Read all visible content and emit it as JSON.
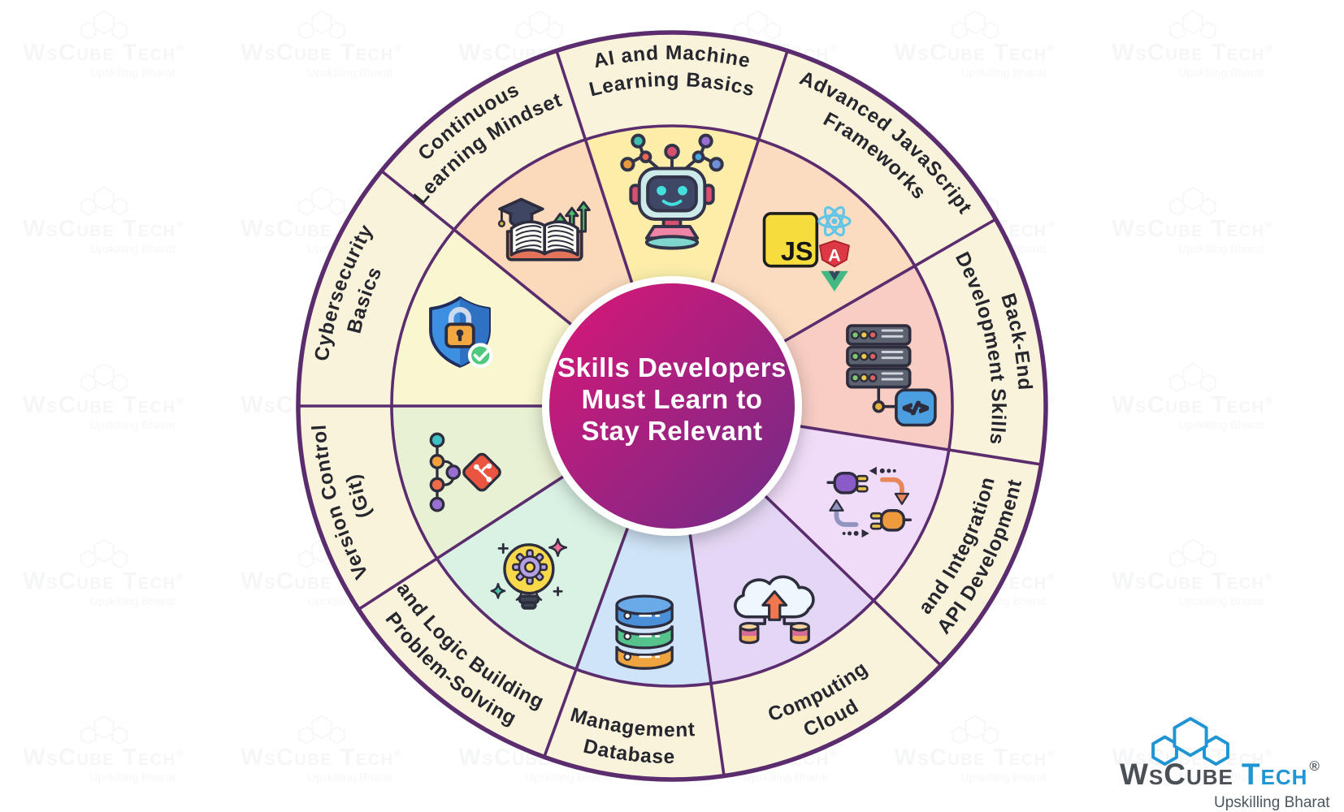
{
  "watermark": {
    "brand": "WsCube Tech",
    "registered": "®",
    "tagline": "Upskilling Bharat"
  },
  "wheel": {
    "center_title_lines": [
      "Skills Developers",
      "Must Learn to",
      "Stay Relevant"
    ],
    "center_gradient": {
      "from": "#db1777",
      "to": "#6f2b88"
    },
    "ring_color": "#faf3dc",
    "border_color": "#5b2d6e",
    "label_color": "#26262e",
    "segments": [
      {
        "label_lines": [
          "AI and Machine",
          "Learning Basics"
        ],
        "color": "#fceea9",
        "icon": "robot-icon"
      },
      {
        "label_lines": [
          "Advanced JavaScript",
          "Frameworks"
        ],
        "color": "#fbdcc0",
        "icon": "javascript-frameworks-icon"
      },
      {
        "label_lines": [
          "Back-End",
          "Development Skills"
        ],
        "color": "#f8cdc3",
        "icon": "server-code-icon"
      },
      {
        "label_lines": [
          "API Development",
          "and Integration"
        ],
        "color": "#f0dcf8",
        "icon": "api-plugs-icon"
      },
      {
        "label_lines": [
          "Cloud",
          "Computing"
        ],
        "color": "#e4d7f5",
        "icon": "cloud-upload-icon"
      },
      {
        "label_lines": [
          "Database",
          "Management"
        ],
        "color": "#cfe4f8",
        "icon": "database-stack-icon"
      },
      {
        "label_lines": [
          "Problem-Solving",
          "and Logic Building"
        ],
        "color": "#d9f2e4",
        "icon": "bulb-gear-icon"
      },
      {
        "label_lines": [
          "Version Control",
          "(Git)"
        ],
        "color": "#e9f1d4",
        "icon": "git-branch-icon"
      },
      {
        "label_lines": [
          "Cybersecurity",
          "Basics"
        ],
        "color": "#f9f7cf",
        "icon": "shield-lock-icon"
      },
      {
        "label_lines": [
          "Continuous",
          "Learning Mindset"
        ],
        "color": "#fbdabc",
        "icon": "learning-book-icon"
      }
    ]
  },
  "icon_texts": {
    "js": "JS",
    "angular": "A",
    "code": "</>"
  },
  "logo": {
    "brand_primary": "WsCube",
    "brand_secondary": "Tech",
    "registered": "®",
    "tagline": "Upskilling Bharat"
  }
}
